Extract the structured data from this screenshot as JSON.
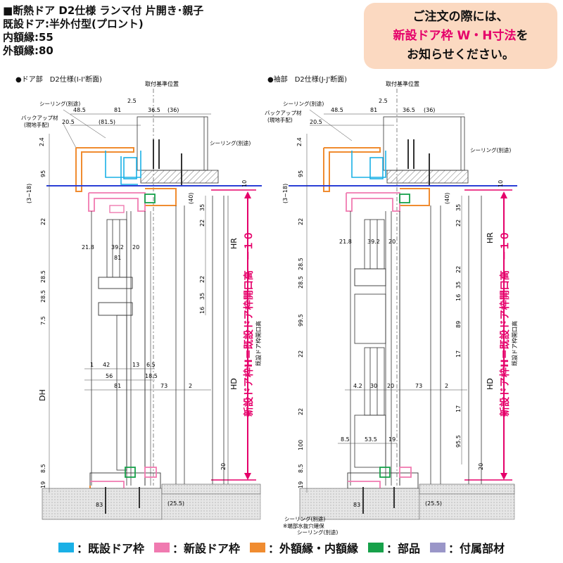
{
  "header": {
    "lines": [
      "■断熱ドア D2仕様 ランマ付 片開き･親子",
      "既設ドア:半外付型(プロント)",
      "内額縁:55",
      "外額縁:80"
    ]
  },
  "notice": {
    "line1": "ご注文の際には、",
    "line2_emph": "新設ドア枠 W・H寸法",
    "line2_tail": "を",
    "line3": "お知らせください。"
  },
  "left_section": {
    "title": "●ドア部　D2仕様(I-I'断面)",
    "top_label": "取付基準位置",
    "sealing_top": "シーリング(別途)",
    "backup": "バックアップ材",
    "backup2": "(現地手配)",
    "sealing_right": "シーリング(別途)",
    "top_dims": [
      "2.5",
      "48.5",
      "81",
      "36.5",
      "(36)",
      "20.5",
      "(81.5)"
    ],
    "left_dims": [
      "2.4",
      "95",
      "(3~18)",
      "22",
      "28.5",
      "28.5",
      "7.5",
      "DH",
      "8.5",
      "19"
    ],
    "mid_dims": [
      "21.8",
      "39.2",
      "20",
      "81",
      "1",
      "42",
      "13",
      "6.5",
      "56",
      "18.5",
      "81",
      "73",
      "2"
    ],
    "right_dims": [
      "10",
      "(40)",
      "35",
      "22",
      "HR",
      "22",
      "35",
      "16",
      "HD",
      "20"
    ],
    "bottom_dims": [
      "83",
      "(25.5)"
    ],
    "vertical_label": "新設ドア枠H＝既設ドア枠開口高　－１０",
    "small_label": "既設ドア枠開口高"
  },
  "right_section": {
    "title": "●袖部　D2仕様(J-J'断面)",
    "top_label": "取付基準位置",
    "sealing_top": "シーリング(別途)",
    "backup": "バックアップ材",
    "backup2": "(現地手配)",
    "sealing_right": "シーリング(別途)",
    "top_dims": [
      "2.5",
      "48.5",
      "81",
      "36.5",
      "(36)",
      "20.5"
    ],
    "left_dims": [
      "2.4",
      "95",
      "(3~18)",
      "22",
      "28.5",
      "28.5",
      "99.5",
      "22",
      "22",
      "100",
      "8.5",
      "19"
    ],
    "mid_dims": [
      "21.8",
      "39.2",
      "20",
      "4.2",
      "30",
      "20",
      "73",
      "2",
      "8.5",
      "53.5",
      "19"
    ],
    "right_dims": [
      "10",
      "(40)",
      "35",
      "22",
      "HR",
      "22",
      "35",
      "16",
      "89",
      "17",
      "HD",
      "17",
      "95.5",
      "20"
    ],
    "bottom_dims": [
      "83",
      "(25.5)"
    ],
    "bottom_notes": [
      "シーリング(別途)",
      "※端部水抜穴確保",
      "シーリング(別途)"
    ],
    "vertical_label": "新設ドア枠H＝既設ドア枠開口高　－１０",
    "small_label": "既設ドア枠開口高"
  },
  "legend": [
    {
      "color": "#1ab0e6",
      "label": "：既設ドア枠"
    },
    {
      "color": "#f07ab0",
      "label": "：新設ドア枠"
    },
    {
      "color": "#f08c30",
      "label": "：外額縁・内額縁"
    },
    {
      "color": "#17a14a",
      "label": "：部品"
    },
    {
      "color": "#9a96c8",
      "label": "：付属部材"
    }
  ],
  "colors": {
    "existing_frame": "#1ab0e6",
    "new_frame": "#f07ab0",
    "casing": "#f08c30",
    "parts": "#17a14a",
    "accessories": "#9a96c8",
    "blue_ref": "#2b3fd6",
    "magenta": "#e5006a"
  }
}
